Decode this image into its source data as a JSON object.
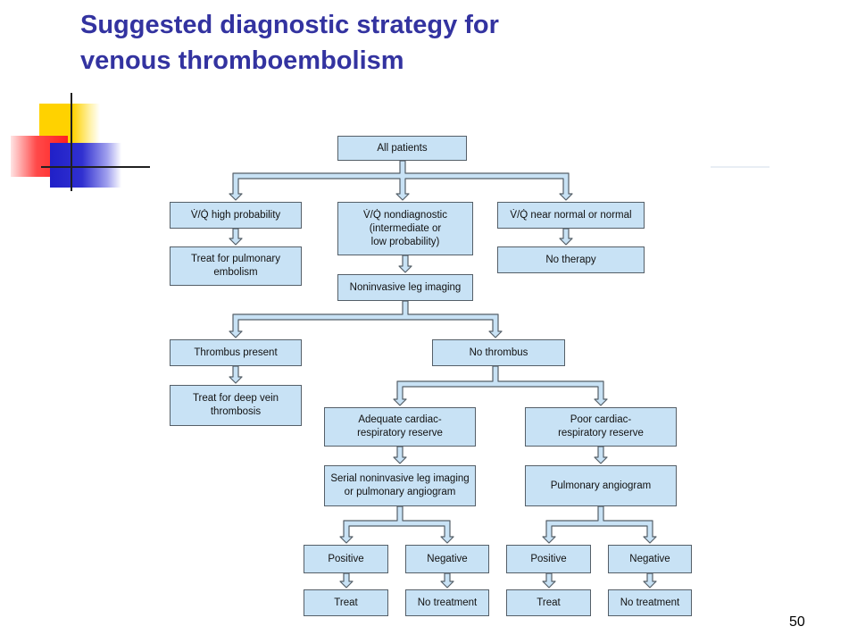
{
  "slide": {
    "title_line1": "Suggested diagnostic strategy for",
    "title_line2": "venous thromboembolism",
    "page_number": "50"
  },
  "flow": {
    "all_patients": "All patients",
    "vq_high": "V̇/Q̇ high probability",
    "vq_nondiag": "V̇/Q̇ nondiagnostic\n(intermediate or\nlow probability)",
    "vq_normal": "V̇/Q̇ near normal or normal",
    "treat_pe": "Treat for pulmonary\nembolism",
    "no_therapy": "No therapy",
    "leg_imaging": "Noninvasive leg imaging",
    "thrombus_present": "Thrombus present",
    "no_thrombus": "No thrombus",
    "treat_dvt": "Treat for deep vein\nthrombosis",
    "adequate_reserve": "Adequate cardiac-\nrespiratory reserve",
    "poor_reserve": "Poor cardiac-\nrespiratory reserve",
    "serial_imaging": "Serial noninvasive leg imaging\nor pulmonary angiogram",
    "pulm_angiogram": "Pulmonary angiogram",
    "positive_1": "Positive",
    "negative_1": "Negative",
    "positive_2": "Positive",
    "negative_2": "Negative",
    "treat_1": "Treat",
    "no_treatment_1": "No treatment",
    "treat_2": "Treat",
    "no_treatment_2": "No treatment"
  },
  "colors": {
    "title": "#3333a0",
    "box_fill": "#c8e2f5",
    "box_border": "#555f68",
    "connector_fill": "#c8e2f5"
  }
}
